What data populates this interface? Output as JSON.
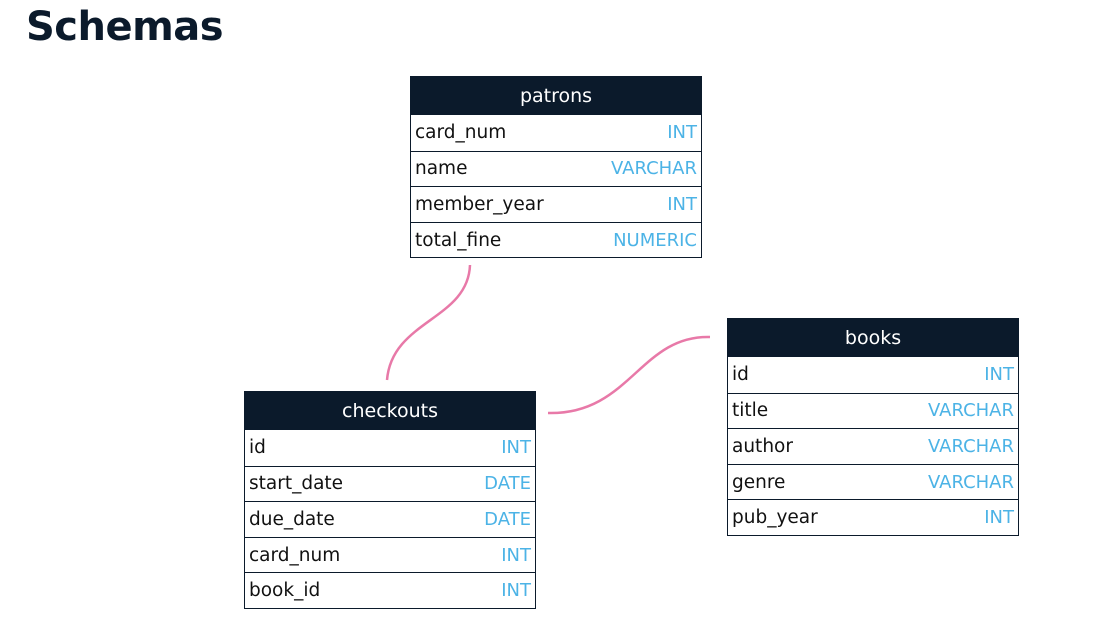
{
  "page": {
    "title": "Schemas"
  },
  "colors": {
    "header_bg": "#0b1a2b",
    "type_text": "#4cb3e6",
    "connector": "#e879a8"
  },
  "tables": {
    "patrons": {
      "name": "patrons",
      "columns": [
        {
          "name": "card_num",
          "type": "INT"
        },
        {
          "name": "name",
          "type": "VARCHAR"
        },
        {
          "name": "member_year",
          "type": "INT"
        },
        {
          "name": "total_fine",
          "type": "NUMERIC"
        }
      ]
    },
    "checkouts": {
      "name": "checkouts",
      "columns": [
        {
          "name": "id",
          "type": "INT"
        },
        {
          "name": "start_date",
          "type": "DATE"
        },
        {
          "name": "due_date",
          "type": "DATE"
        },
        {
          "name": "card_num",
          "type": "INT"
        },
        {
          "name": "book_id",
          "type": "INT"
        }
      ]
    },
    "books": {
      "name": "books",
      "columns": [
        {
          "name": "id",
          "type": "INT"
        },
        {
          "name": "title",
          "type": "VARCHAR"
        },
        {
          "name": "author",
          "type": "VARCHAR"
        },
        {
          "name": "genre",
          "type": "VARCHAR"
        },
        {
          "name": "pub_year",
          "type": "INT"
        }
      ]
    }
  },
  "relationships": [
    {
      "from": "patrons",
      "to": "checkouts"
    },
    {
      "from": "checkouts",
      "to": "books"
    }
  ]
}
